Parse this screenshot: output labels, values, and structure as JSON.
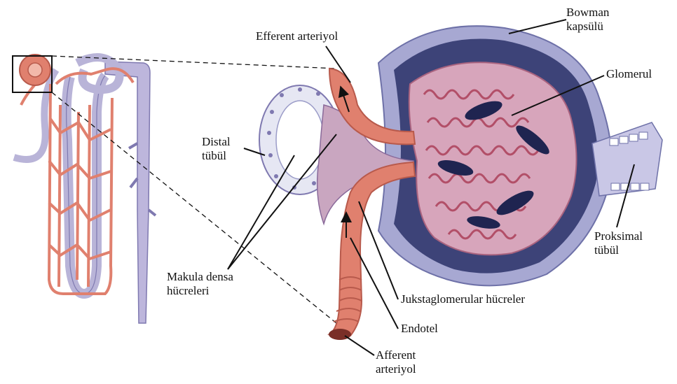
{
  "labels": {
    "efferent": "Efferent  arteriyol",
    "bowman_1": "Bowman",
    "bowman_2": "kapsülü",
    "glomerul": "Glomerul",
    "distal_1": "Distal",
    "distal_2": "tübül",
    "proksimal_1": "Proksimal",
    "proksimal_2": "tübül",
    "makula_1": "Makula densa",
    "makula_2": "hücreleri",
    "juksta": "Jukstaglomerular hücreler",
    "endotel": "Endotel",
    "afferent_1": "Afferent",
    "afferent_2": "arteriyol"
  },
  "colors": {
    "vessel": "#e0806e",
    "vessel_dark": "#b85a4c",
    "tubule": "#b9b4d8",
    "tubule_dark": "#7f79b0",
    "capsule": "#3d4378",
    "capsule_light": "#9b9cc8",
    "glomerulus": "#c98fa8"
  }
}
